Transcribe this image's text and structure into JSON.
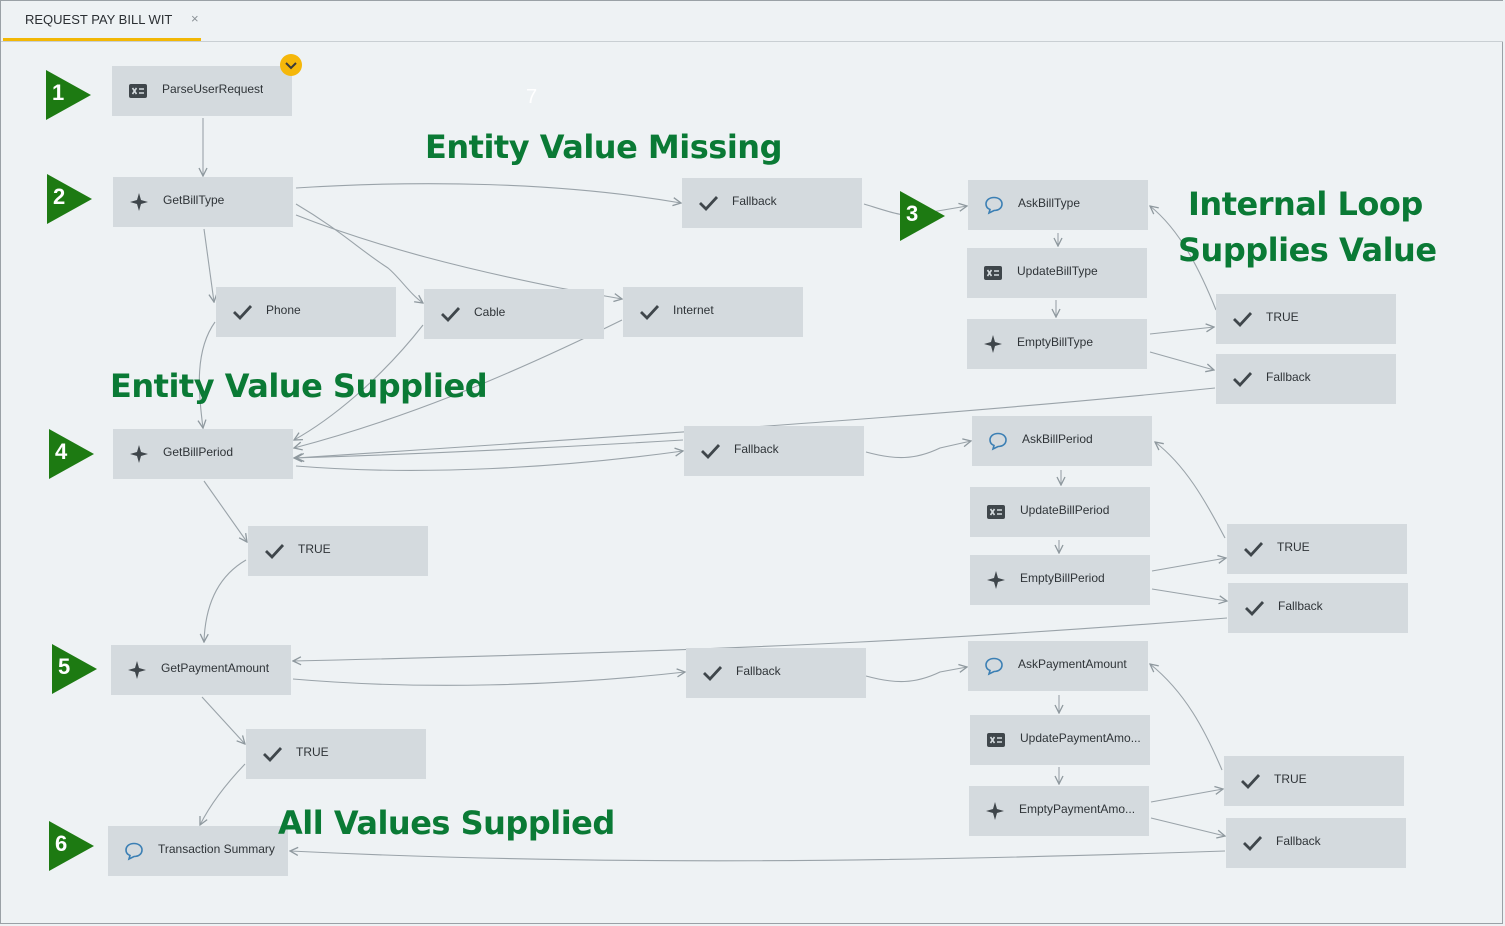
{
  "tab": {
    "title": "REQUEST PAY BILL WIT",
    "close": "×"
  },
  "faint_text": "7",
  "colors": {
    "accent": "#f2b705",
    "annotation": "#0a7a35",
    "marker": "#1d7a12",
    "node": "#d4dade",
    "edge": "#8e989e"
  },
  "nodes": {
    "parse_user_request": {
      "label": "ParseUserRequest",
      "icon": "variable-icon"
    },
    "get_bill_type": {
      "label": "GetBillType",
      "icon": "entity-icon"
    },
    "fallback_1": {
      "label": "Fallback",
      "icon": "check-icon"
    },
    "ask_bill_type": {
      "label": "AskBillType",
      "icon": "speech-bubble-icon"
    },
    "update_bill_type": {
      "label": "UpdateBillType",
      "icon": "variable-icon"
    },
    "empty_bill_type": {
      "label": "EmptyBillType",
      "icon": "entity-icon"
    },
    "true_1": {
      "label": "TRUE",
      "icon": "check-icon"
    },
    "fallback_2": {
      "label": "Fallback",
      "icon": "check-icon"
    },
    "phone": {
      "label": "Phone",
      "icon": "check-icon"
    },
    "cable": {
      "label": "Cable",
      "icon": "check-icon"
    },
    "internet": {
      "label": "Internet",
      "icon": "check-icon"
    },
    "get_bill_period": {
      "label": "GetBillPeriod",
      "icon": "entity-icon"
    },
    "fallback_3": {
      "label": "Fallback",
      "icon": "check-icon"
    },
    "ask_bill_period": {
      "label": "AskBillPeriod",
      "icon": "speech-bubble-icon"
    },
    "update_bill_period": {
      "label": "UpdateBillPeriod",
      "icon": "variable-icon"
    },
    "empty_bill_period": {
      "label": "EmptyBillPeriod",
      "icon": "entity-icon"
    },
    "true_2": {
      "label": "TRUE",
      "icon": "check-icon"
    },
    "fallback_4": {
      "label": "Fallback",
      "icon": "check-icon"
    },
    "true_3": {
      "label": "TRUE",
      "icon": "check-icon"
    },
    "get_payment_amount": {
      "label": "GetPaymentAmount",
      "icon": "entity-icon"
    },
    "fallback_5": {
      "label": "Fallback",
      "icon": "check-icon"
    },
    "ask_payment_amount": {
      "label": "AskPaymentAmount",
      "icon": "speech-bubble-icon"
    },
    "update_payment_amount": {
      "label": "UpdatePaymentAmo...",
      "icon": "variable-icon"
    },
    "empty_payment_amount": {
      "label": "EmptyPaymentAmo...",
      "icon": "entity-icon"
    },
    "true_4": {
      "label": "TRUE",
      "icon": "check-icon"
    },
    "fallback_6": {
      "label": "Fallback",
      "icon": "check-icon"
    },
    "true_5": {
      "label": "TRUE",
      "icon": "check-icon"
    },
    "transaction_summary": {
      "label": "Transaction Summary",
      "icon": "speech-bubble-icon"
    }
  },
  "markers": [
    "1",
    "2",
    "3",
    "4",
    "5",
    "6"
  ],
  "annotations": {
    "entity_value_missing": "Entity Value Missing",
    "internal_loop_line1": "Internal Loop",
    "internal_loop_line2": "Supplies Value",
    "entity_value_supplied": "Entity Value Supplied",
    "all_values_supplied": "All Values Supplied"
  }
}
